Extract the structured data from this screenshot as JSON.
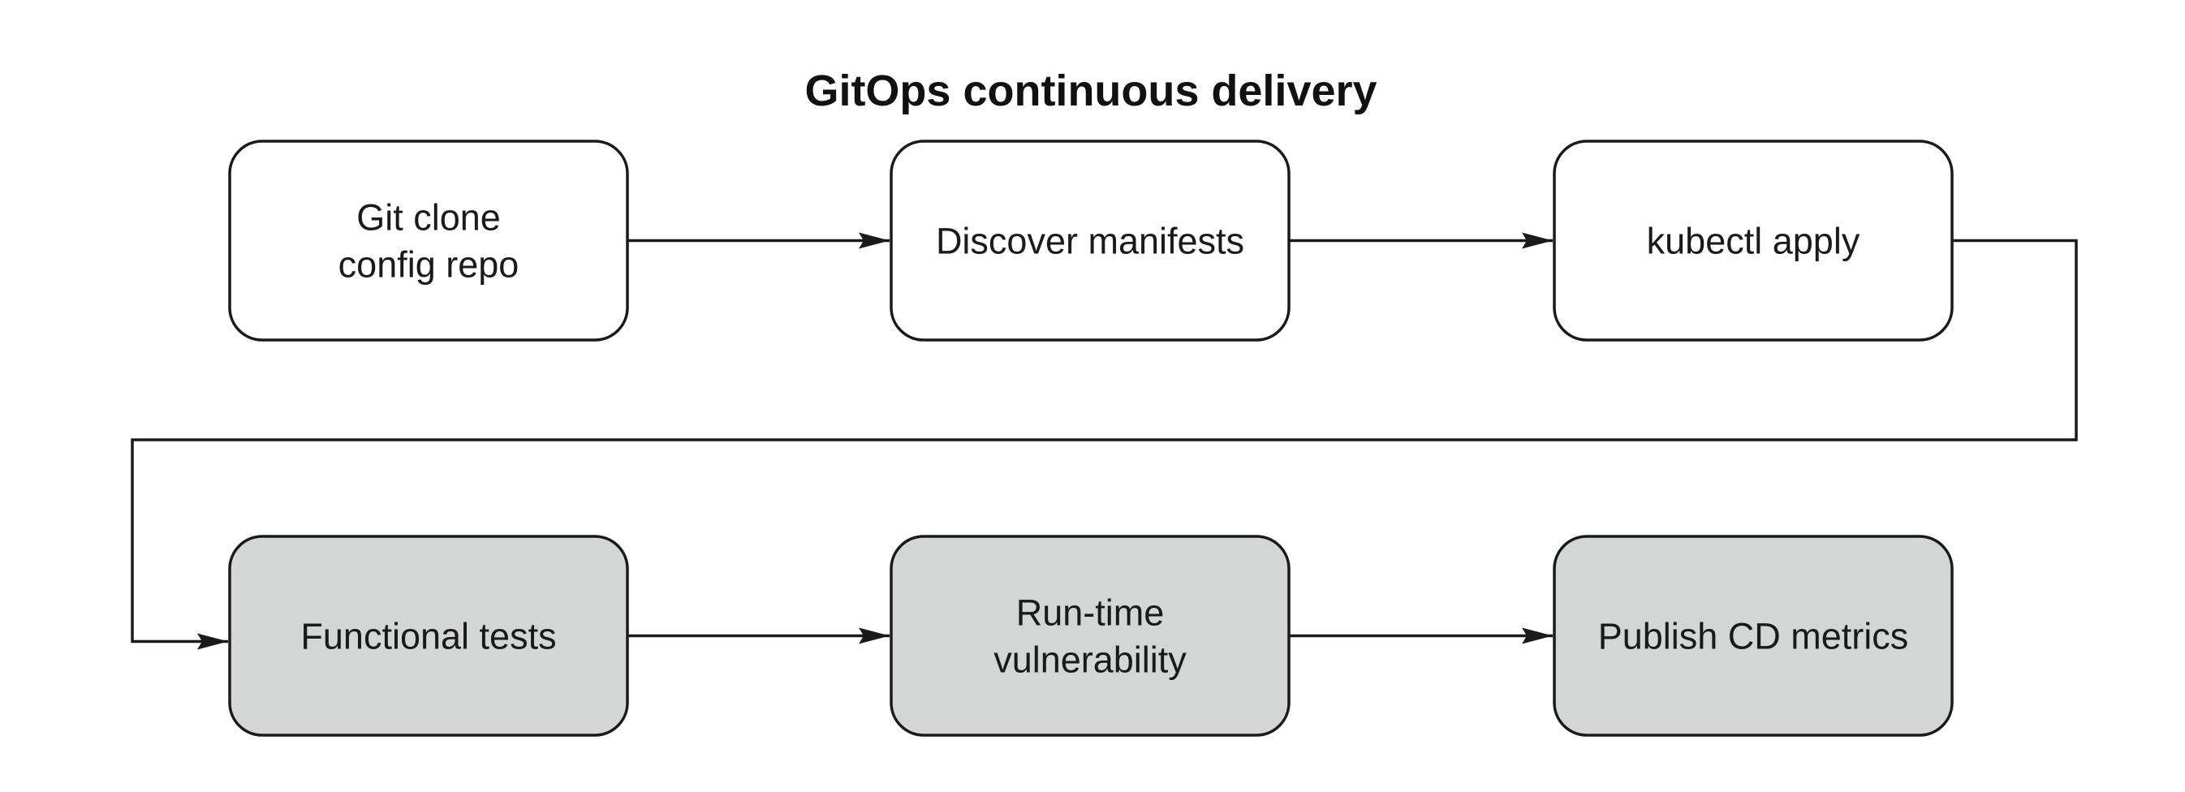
{
  "title": "GitOps continuous delivery",
  "steps": [
    {
      "id": "git-clone",
      "label_lines": [
        "Git clone",
        "config repo"
      ],
      "fill": "#ffffff"
    },
    {
      "id": "discover-manifests",
      "label_lines": [
        "Discover manifests"
      ],
      "fill": "#ffffff"
    },
    {
      "id": "kubectl-apply",
      "label_lines": [
        "kubectl apply"
      ],
      "fill": "#ffffff"
    },
    {
      "id": "functional-tests",
      "label_lines": [
        "Functional tests"
      ],
      "fill": "#d3d6d5"
    },
    {
      "id": "run-time-vulnerability",
      "label_lines": [
        "Run-time",
        "vulnerability"
      ],
      "fill": "#d3d6d5"
    },
    {
      "id": "publish-cd-metrics",
      "label_lines": [
        "Publish CD metrics"
      ],
      "fill": "#d3d6d5"
    }
  ],
  "flow": [
    [
      "git-clone",
      "discover-manifests"
    ],
    [
      "discover-manifests",
      "kubectl-apply"
    ],
    [
      "kubectl-apply",
      "functional-tests"
    ],
    [
      "functional-tests",
      "run-time-vulnerability"
    ],
    [
      "run-time-vulnerability",
      "publish-cd-metrics"
    ]
  ],
  "colors": {
    "stroke": "#1a1a1a",
    "shaded_fill": "#d3d6d5",
    "plain_fill": "#ffffff"
  }
}
